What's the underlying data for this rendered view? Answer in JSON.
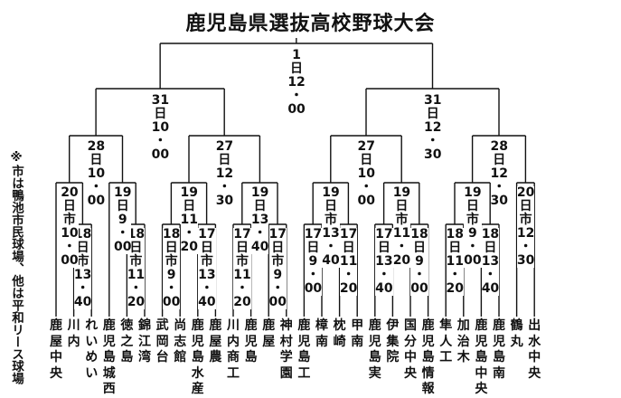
{
  "title": "鹿児島県選抜高校野球大会",
  "note": "※市は鴨池市民球場、他は平和リース球場",
  "final": [
    "1",
    "日",
    "12",
    "・",
    "00"
  ],
  "semis": [
    [
      "31",
      "日",
      "10",
      "・",
      "00"
    ],
    [
      "31",
      "日",
      "12",
      "・",
      "30"
    ]
  ],
  "qf": [
    [
      "28",
      "日",
      "10",
      "・",
      "00"
    ],
    [
      "27",
      "日",
      "12",
      "・",
      "30"
    ],
    [
      "27",
      "日",
      "10",
      "・",
      "00"
    ],
    [
      "28",
      "日",
      "12",
      "・",
      "30"
    ]
  ],
  "r2": [
    [
      "20",
      "日",
      "市",
      "10",
      "・",
      "00"
    ],
    [
      "19",
      "日",
      "9",
      "・",
      "00"
    ],
    [
      "19",
      "日",
      "11",
      "・",
      "20"
    ],
    [
      "19",
      "日",
      "13",
      "・",
      "40"
    ],
    [
      "19",
      "日",
      "市",
      "13",
      "・",
      "40"
    ],
    [
      "19",
      "日",
      "市",
      "11",
      "・",
      "20"
    ],
    [
      "19",
      "日",
      "市",
      "9",
      "・",
      "00"
    ],
    [
      "20",
      "日",
      "市",
      "12",
      "・",
      "30"
    ]
  ],
  "r1": [
    [
      "18",
      "日",
      "市",
      "13",
      "・",
      "40"
    ],
    [
      "18",
      "日",
      "市",
      "11",
      "・",
      "20"
    ],
    [
      "18",
      "日",
      "市",
      "9",
      "・",
      "00"
    ],
    [
      "17",
      "日",
      "市",
      "13",
      "・",
      "40"
    ],
    [
      "17",
      "日",
      "市",
      "11",
      "・",
      "20"
    ],
    [
      "17",
      "日",
      "市",
      "9",
      "・",
      "00"
    ],
    [
      "17",
      "日",
      "9",
      "・",
      "00"
    ],
    [
      "17",
      "日",
      "11",
      "・",
      "20"
    ],
    [
      "17",
      "日",
      "13",
      "・",
      "40"
    ],
    [
      "18",
      "日",
      "9",
      "・",
      "00"
    ],
    [
      "18",
      "日",
      "11",
      "・",
      "20"
    ],
    [
      "18",
      "日",
      "13",
      "・",
      "40"
    ]
  ],
  "teams": [
    "鹿屋中央",
    "川内",
    "れいめい",
    "鹿児島城西",
    "徳之島",
    "錦江湾",
    "武岡台",
    "尚志館",
    "鹿児島水産",
    "鹿屋農",
    "川内商工",
    "鹿児島",
    "鹿屋",
    "神村学園",
    "鹿児島工",
    "樟南",
    "枕崎",
    "甲南",
    "鹿児島実",
    "伊集院",
    "国分中央",
    "鹿児島情報",
    "隼人工",
    "加治木",
    "鹿児島中央",
    "鹿児島南",
    "鶴丸",
    "出水中央"
  ]
}
